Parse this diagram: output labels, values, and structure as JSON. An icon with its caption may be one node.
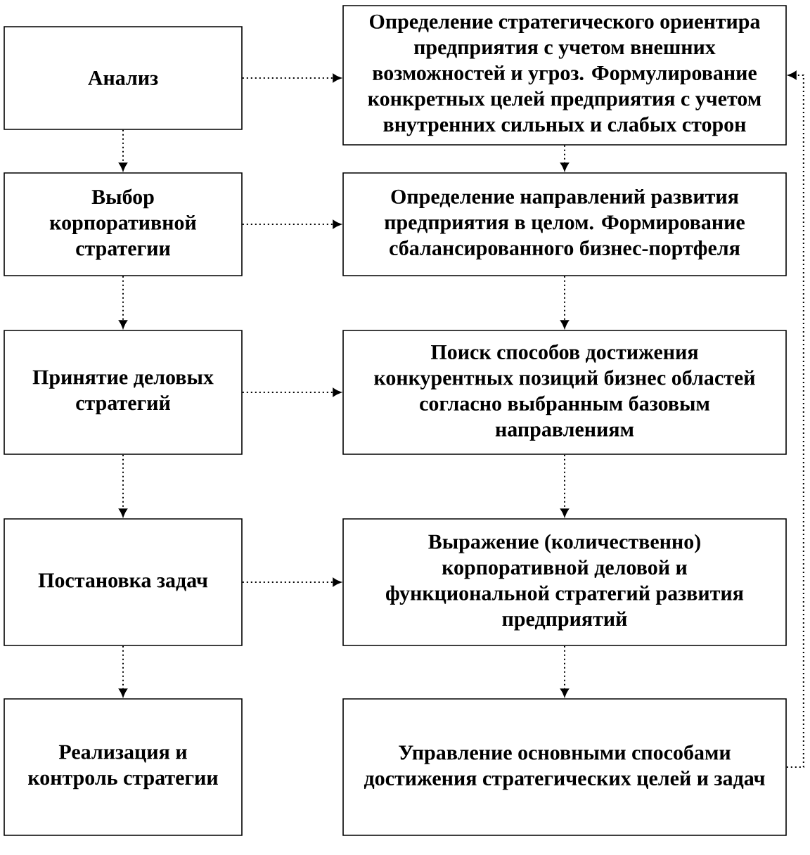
{
  "diagram": {
    "nodes": [
      {
        "text": [
          "Анализ"
        ]
      },
      {
        "text": [
          "Определение стратегического ориентира предприятия с учетом внешних возможностей и угроз. Формулирование конкретных целей предприятия с учетом внутренних сильных и слабых сторон"
        ]
      },
      {
        "text": [
          "Выбор корпоративной стратегии"
        ]
      },
      {
        "text": [
          "Определение направлений развития предприятия в целом. Формирование сбалансированного бизнес-портфеля"
        ]
      },
      {
        "text": [
          "Принятие деловых стратегий"
        ]
      },
      {
        "text": [
          "Поиск способов достижения конкурентных позиций бизнес областей согласно выбранным базовым направлениям"
        ]
      },
      {
        "text": [
          "Постановка задач"
        ]
      },
      {
        "text": [
          "Выражение (количественно) корпоративной деловой и функциональной стратегий развития предприятий"
        ]
      },
      {
        "text": [
          "Реализация и контроль стратегии"
        ]
      },
      {
        "text": [
          "Управление основными способами достижения стратегических целей и задач"
        ]
      }
    ],
    "edges": [
      {
        "from": 0,
        "to": 1,
        "arrow": "to"
      },
      {
        "from": 0,
        "to": 2,
        "arrow": "to"
      },
      {
        "from": 1,
        "to": 3,
        "arrow": "to"
      },
      {
        "from": 2,
        "to": 3,
        "arrow": "to"
      },
      {
        "from": 2,
        "to": 4,
        "arrow": "to"
      },
      {
        "from": 3,
        "to": 5,
        "arrow": "to"
      },
      {
        "from": 4,
        "to": 5,
        "arrow": "to"
      },
      {
        "from": 4,
        "to": 6,
        "arrow": "to"
      },
      {
        "from": 5,
        "to": 7,
        "arrow": "to"
      },
      {
        "from": 6,
        "to": 7,
        "arrow": "to"
      },
      {
        "from": 6,
        "to": 8,
        "arrow": "to"
      },
      {
        "from": 7,
        "to": 9,
        "arrow": "to"
      },
      {
        "from": 9,
        "to": 1,
        "arrow": "to"
      }
    ]
  }
}
